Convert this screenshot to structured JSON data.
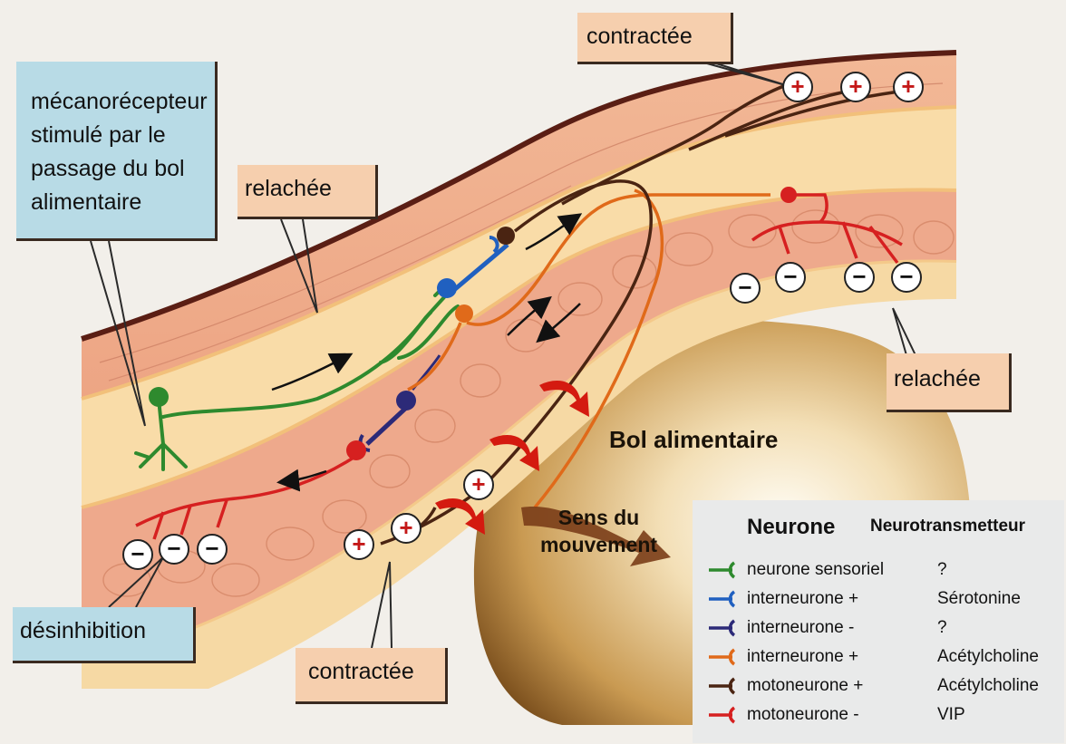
{
  "callouts": {
    "mecanorecepteur": [
      "mécanorécepteur",
      "stimulé par le",
      "passage du bol",
      "alimentaire"
    ],
    "relachee_top": "relachée",
    "contractee_top": "contractée",
    "relachee_right": "relachée",
    "desinhibition": "désinhibition",
    "contractee_bottom": "contractée"
  },
  "labels": {
    "bol": "Bol alimentaire",
    "sens": [
      "Sens du",
      "mouvement"
    ]
  },
  "signs": {
    "plus": "+",
    "minus": "−"
  },
  "legend": {
    "header_neurone": "Neurone",
    "header_neurotransmetteur": "Neurotransmetteur",
    "rows": [
      {
        "name": "neurone sensoriel",
        "transmitter": "?",
        "color": "#2e8a2e"
      },
      {
        "name": "interneurone +",
        "transmitter": "Sérotonine",
        "color": "#2060c0"
      },
      {
        "name": "interneurone -",
        "transmitter": "?",
        "color": "#2c2a78"
      },
      {
        "name": "interneurone +",
        "transmitter": "Acétylcholine",
        "color": "#e06a1a"
      },
      {
        "name": "motoneurone +",
        "transmitter": "Acétylcholine",
        "color": "#4a2412"
      },
      {
        "name": "motoneurone -",
        "transmitter": "VIP",
        "color": "#d62020"
      }
    ]
  },
  "colors": {
    "sensory": "#2e8a2e",
    "inter_plus_blue": "#2060c0",
    "inter_minus": "#2c2a78",
    "inter_plus_orange": "#e06a1a",
    "moto_plus": "#4a2412",
    "moto_minus": "#d62020",
    "muscle": "#eea98c",
    "submucosa": "#f9dca8",
    "callout_peach": "#f6cfae",
    "callout_blue": "#b8dbe6"
  }
}
